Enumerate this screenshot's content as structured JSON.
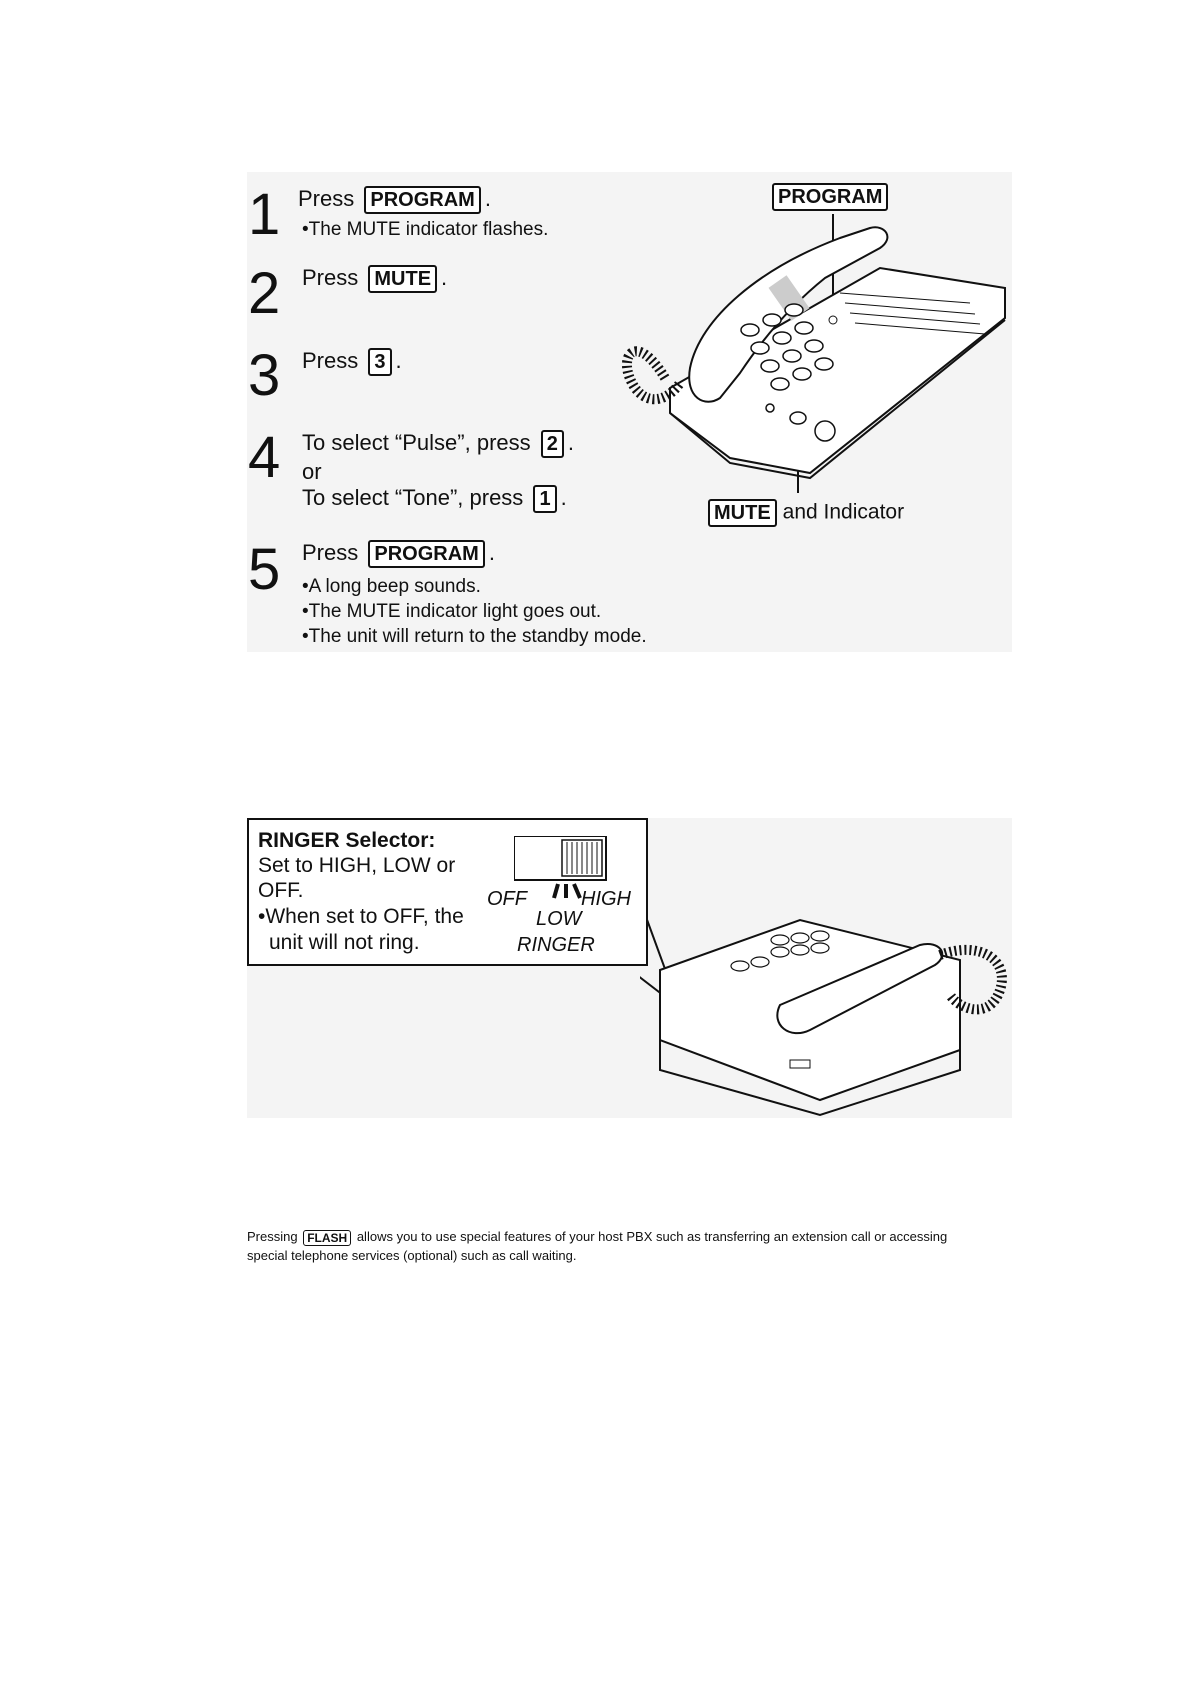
{
  "steps": [
    {
      "num": "1",
      "press": "Press",
      "key": "PROGRAM",
      "suffix": ".",
      "notes": [
        "•The MUTE indicator flashes."
      ]
    },
    {
      "num": "2",
      "press": "Press",
      "key": "MUTE",
      "suffix": "."
    },
    {
      "num": "3",
      "press": "Press",
      "key": "3",
      "suffix": "."
    },
    {
      "num": "4",
      "lines": [
        {
          "text": "To select “Pulse”, press",
          "key": "2",
          "suffix": "."
        },
        {
          "text": "or"
        },
        {
          "text": "To select “Tone”, press",
          "key": "1",
          "suffix": "."
        }
      ]
    },
    {
      "num": "5",
      "press": "Press",
      "key": "PROGRAM",
      "suffix": ".",
      "notes": [
        "•A long beep sounds.",
        "•The MUTE indicator light goes out.",
        "•The unit will return to the standby mode."
      ]
    }
  ],
  "phone_diagram": {
    "program_label": "PROGRAM",
    "mute_label": "MUTE",
    "mute_suffix": "and Indicator"
  },
  "ringer": {
    "title": "RINGER Selector:",
    "lines": [
      "Set to HIGH, LOW or",
      "OFF.",
      "•When set to OFF, the",
      "unit will not ring."
    ],
    "switch_off": "OFF",
    "switch_high": "HIGH",
    "switch_low": "LOW",
    "switch_name": "RINGER"
  },
  "footer": {
    "pre": "Pressing",
    "key": "FLASH",
    "post": "allows you to use special features of your host PBX such as transferring an extension call or accessing",
    "line2": "special telephone services (optional) such as call waiting."
  }
}
